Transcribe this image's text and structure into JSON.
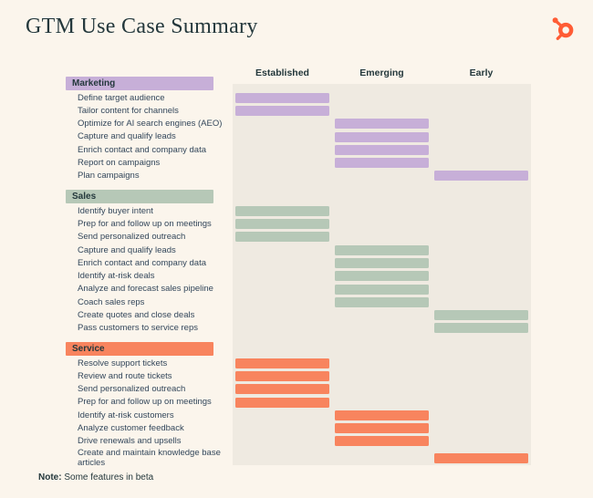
{
  "page": {
    "title": "GTM Use Case Summary",
    "note_label": "Note:",
    "note_text": "Some features in beta"
  },
  "logo": {
    "name": "hubspot-sprocket",
    "color": "#ff5c35"
  },
  "colors": {
    "background": "#fbf5ec",
    "panel": "#efeae1",
    "text_dark": "#24383c",
    "label_text": "#33475b",
    "marketing": "#c7afd8",
    "sales": "#b6c8b7",
    "service": "#f8845e"
  },
  "chart_data": {
    "type": "table",
    "title": "GTM Use Case Summary",
    "columns": [
      "Established",
      "Emerging",
      "Early"
    ],
    "legend_position": "top",
    "note": "Note: Some features in beta",
    "groups": [
      {
        "name": "Marketing",
        "color": "#c7afd8",
        "rows": [
          {
            "label": "Define target audience",
            "column": "Established"
          },
          {
            "label": "Tailor content for channels",
            "column": "Established"
          },
          {
            "label": "Optimize for AI search engines (AEO)",
            "column": "Emerging"
          },
          {
            "label": "Capture and qualify leads",
            "column": "Emerging"
          },
          {
            "label": "Enrich contact and company data",
            "column": "Emerging"
          },
          {
            "label": "Report on campaigns",
            "column": "Emerging"
          },
          {
            "label": "Plan campaigns",
            "column": "Early"
          }
        ]
      },
      {
        "name": "Sales",
        "color": "#b6c8b7",
        "rows": [
          {
            "label": "Identify buyer intent",
            "column": "Established"
          },
          {
            "label": "Prep for and follow up on meetings",
            "column": "Established"
          },
          {
            "label": "Send personalized outreach",
            "column": "Established"
          },
          {
            "label": "Capture and qualify leads",
            "column": "Emerging"
          },
          {
            "label": "Enrich contact and company data",
            "column": "Emerging"
          },
          {
            "label": "Identify at-risk deals",
            "column": "Emerging"
          },
          {
            "label": "Analyze and forecast sales pipeline",
            "column": "Emerging"
          },
          {
            "label": "Coach sales reps",
            "column": "Emerging"
          },
          {
            "label": "Create quotes and close deals",
            "column": "Early"
          },
          {
            "label": "Pass customers to service reps",
            "column": "Early"
          }
        ]
      },
      {
        "name": "Service",
        "color": "#f8845e",
        "rows": [
          {
            "label": "Resolve support tickets",
            "column": "Established"
          },
          {
            "label": "Review and route tickets",
            "column": "Established"
          },
          {
            "label": "Send personalized outreach",
            "column": "Established"
          },
          {
            "label": "Prep for and follow up on meetings",
            "column": "Established"
          },
          {
            "label": "Identify at-risk customers",
            "column": "Emerging"
          },
          {
            "label": "Analyze customer feedback",
            "column": "Emerging"
          },
          {
            "label": "Drive renewals and upsells",
            "column": "Emerging"
          },
          {
            "label": "Create and maintain knowledge base articles",
            "column": "Early"
          }
        ]
      }
    ]
  }
}
